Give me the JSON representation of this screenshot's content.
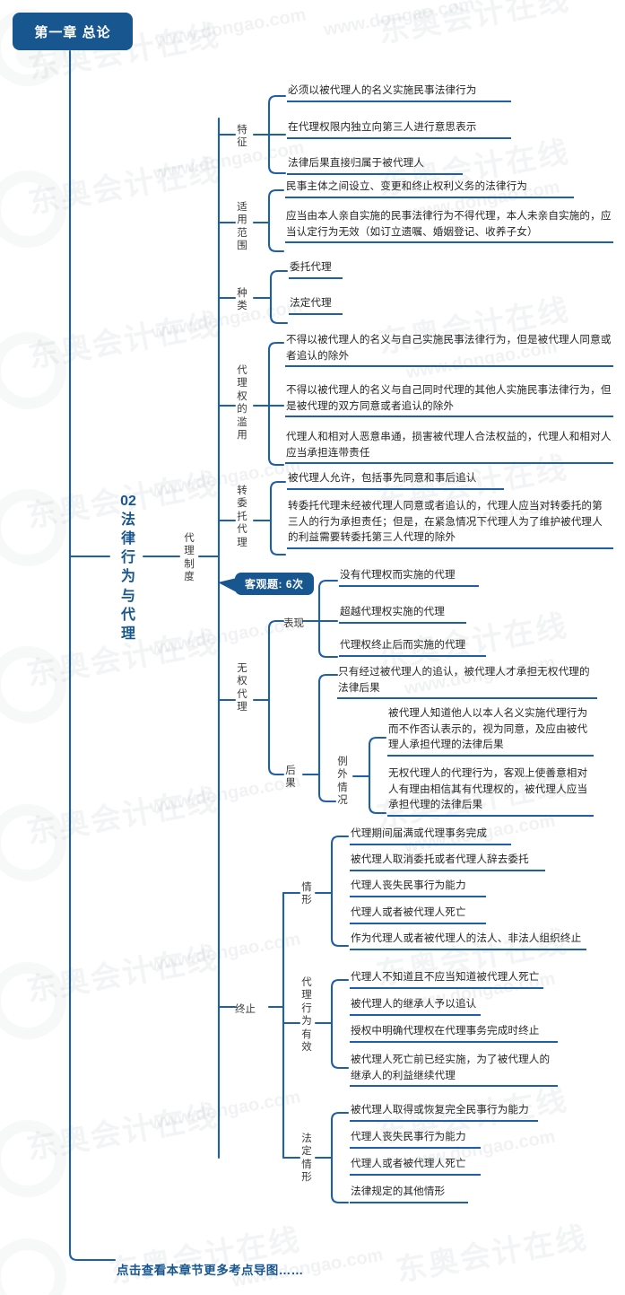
{
  "header": {
    "chapter_badge": "第一章 总论"
  },
  "root": {
    "number": "02",
    "title_chars": [
      "法",
      "律",
      "行",
      "为",
      "与",
      "代",
      "理"
    ],
    "full_title": "02 法律行为与代理"
  },
  "branch": {
    "label": "代理制度",
    "label_chars": [
      "代",
      "理",
      "制",
      "度"
    ]
  },
  "callout": {
    "text": "客观题: 6次"
  },
  "sections": [
    {
      "id": "tezheng",
      "label": "特征",
      "label_chars": [
        "特",
        "征"
      ],
      "items": [
        "必须以被代理人的名义实施民事法律行为",
        "在代理权限内独立向第三人进行意思表示",
        "法律后果直接归属于被代理人"
      ]
    },
    {
      "id": "shiyong-fanwei",
      "label": "适用范围",
      "label_chars": [
        "适",
        "用",
        "范",
        "围"
      ],
      "items": [
        "民事主体之间设立、变更和终止权利义务的法律行为",
        "应当由本人亲自实施的民事法律行为不得代理，本人未亲自实施的，应当认定行为无效（如订立遗嘱、婚姻登记、收养子女）"
      ]
    },
    {
      "id": "zhonglei",
      "label": "种类",
      "label_chars": [
        "种",
        "类"
      ],
      "items": [
        "委托代理",
        "法定代理"
      ]
    },
    {
      "id": "dailiquan-lanyong",
      "label": "代理权的滥用",
      "label_chars": [
        "代",
        "理",
        "权",
        "的",
        "滥",
        "用"
      ],
      "items": [
        "不得以被代理人的名义与自己实施民事法律行为，但是被代理人同意或者追认的除外",
        "不得以被代理人的名义与自己同时代理的其他人实施民事法律行为，但是被代理的双方同意或者追认的除外",
        "代理人和相对人恶意串通，损害被代理人合法权益的，代理人和相对人应当承担连带责任"
      ]
    },
    {
      "id": "zhuanweituo",
      "label": "转委托代理",
      "label_chars": [
        "转",
        "委",
        "托",
        "代",
        "理"
      ],
      "items": [
        "被代理人允许，包括事先同意和事后追认",
        "转委托代理未经被代理人同意或者追认的，代理人应当对转委托的第三人的行为承担责任；但是，在紧急情况下代理人为了维护被代理人的利益需要转委托第三人代理的除外"
      ]
    },
    {
      "id": "wuquan-daili",
      "label": "无权代理",
      "label_chars": [
        "无",
        "权",
        "代",
        "理"
      ],
      "subsections": [
        {
          "id": "biaoxian",
          "label": "表现",
          "items": [
            "没有代理权而实施的代理",
            "超越代理权实施的代理",
            "代理权终止后而实施的代理"
          ]
        },
        {
          "id": "houguo",
          "label": "后果",
          "label_chars": [
            "后",
            "果"
          ],
          "items": [
            "只有经过被代理人的追认，被代理人才承担无权代理的法律后果"
          ],
          "subgroup": {
            "label": "例外情况",
            "label_chars": [
              "例",
              "外",
              "情",
              "况"
            ],
            "items": [
              "被代理人知道他人以本人名义实施代理行为而不作否认表示的，视为同意，及应由被代理人承担代理的法律后果",
              "无权代理人的代理行为，客观上使善意相对人有理由相信其有代理权的，被代理人应当承担代理的法律后果"
            ]
          }
        }
      ]
    },
    {
      "id": "zhongzhi",
      "label": "终止",
      "subsections": [
        {
          "id": "qingxing",
          "label": "情形",
          "label_chars": [
            "情",
            "形"
          ],
          "items": [
            "代理期间届满或代理事务完成",
            "被代理人取消委托或者代理人辞去委托",
            "代理人丧失民事行为能力",
            "代理人或者被代理人死亡",
            "作为代理人或者被代理人的法人、非法人组织终止"
          ]
        },
        {
          "id": "daili-xingwei-youxiao",
          "label": "代理行为有效",
          "label_chars": [
            "代",
            "理",
            "行",
            "为",
            "有",
            "效"
          ],
          "items": [
            "代理人不知道且不应当知道被代理人死亡",
            "被代理人的继承人予以追认",
            "授权中明确代理权在代理事务完成时终止",
            "被代理人死亡前已经实施，为了被代理人的继承人的利益继续代理"
          ]
        },
        {
          "id": "fading-qingxing",
          "label": "法定情形",
          "label_chars": [
            "法",
            "定",
            "情",
            "形"
          ],
          "items": [
            "被代理人取得或恢复完全民事行为能力",
            "代理人丧失民事行为能力",
            "代理人或者被代理人死亡",
            "法律规定的其他情形"
          ]
        }
      ]
    }
  ],
  "footer": {
    "link_text": "点击查看本章节更多考点导图……"
  },
  "watermark": {
    "brand": "东奥会计在线",
    "url": "www.dongao.com"
  },
  "colors": {
    "brand_dark_blue": "#17568f",
    "line_blue": "#1f5fa8",
    "text_dark": "#262626",
    "label_gray": "#3a3a3a"
  }
}
